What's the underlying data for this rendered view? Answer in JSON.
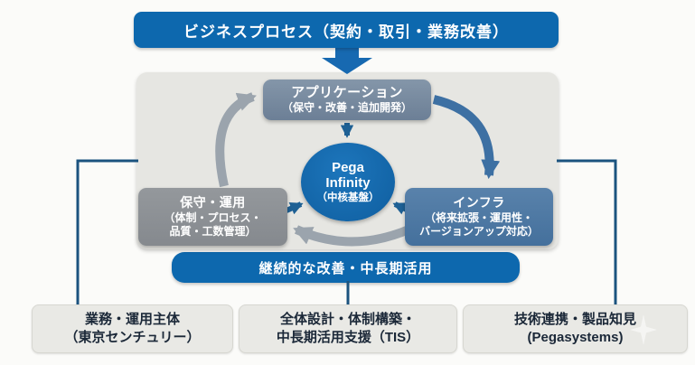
{
  "banner": {
    "label": "ビジネスプロセス（契約・取引・業務改善）"
  },
  "cycle": {
    "application": {
      "title": "アプリケーション",
      "subtitle": "（保守・改善・追加開発）"
    },
    "core": {
      "line1": "Pega",
      "line2": "Infinity",
      "line3": "（中核基盤）"
    },
    "infra": {
      "title": "インフラ",
      "line2": "（将来拡張・運用性・",
      "line3": "バージョンアップ対応）"
    },
    "operations": {
      "title": "保守・運用",
      "line2": "（体制・プロセス・",
      "line3": "品質・工数管理）"
    },
    "band": {
      "label": "継続的な改善・中長期活用"
    }
  },
  "roles": [
    {
      "line1": "業務・運用主体",
      "line2": "（東京センチュリー）"
    },
    {
      "line1": "全体設計・体制構築・",
      "line2": "中長期活用支援（TIS）"
    },
    {
      "line1": "技術連携・製品知見",
      "line2": "(Pegasystems)"
    }
  ],
  "colors": {
    "accent_blue": "#0d68ae",
    "circle_blue": "#1366ad",
    "application_box": "#76889c",
    "operations_box": "#8c9095",
    "infra_box": "#4e7aa8",
    "panel_gray": "#e6e6e2",
    "connector_line": "#1b537f",
    "arrow_gray": "#9ba4ad",
    "arrow_blue": "#3d70a3",
    "role_box_bg": "#e9e9e5",
    "role_text": "#1b2838"
  }
}
